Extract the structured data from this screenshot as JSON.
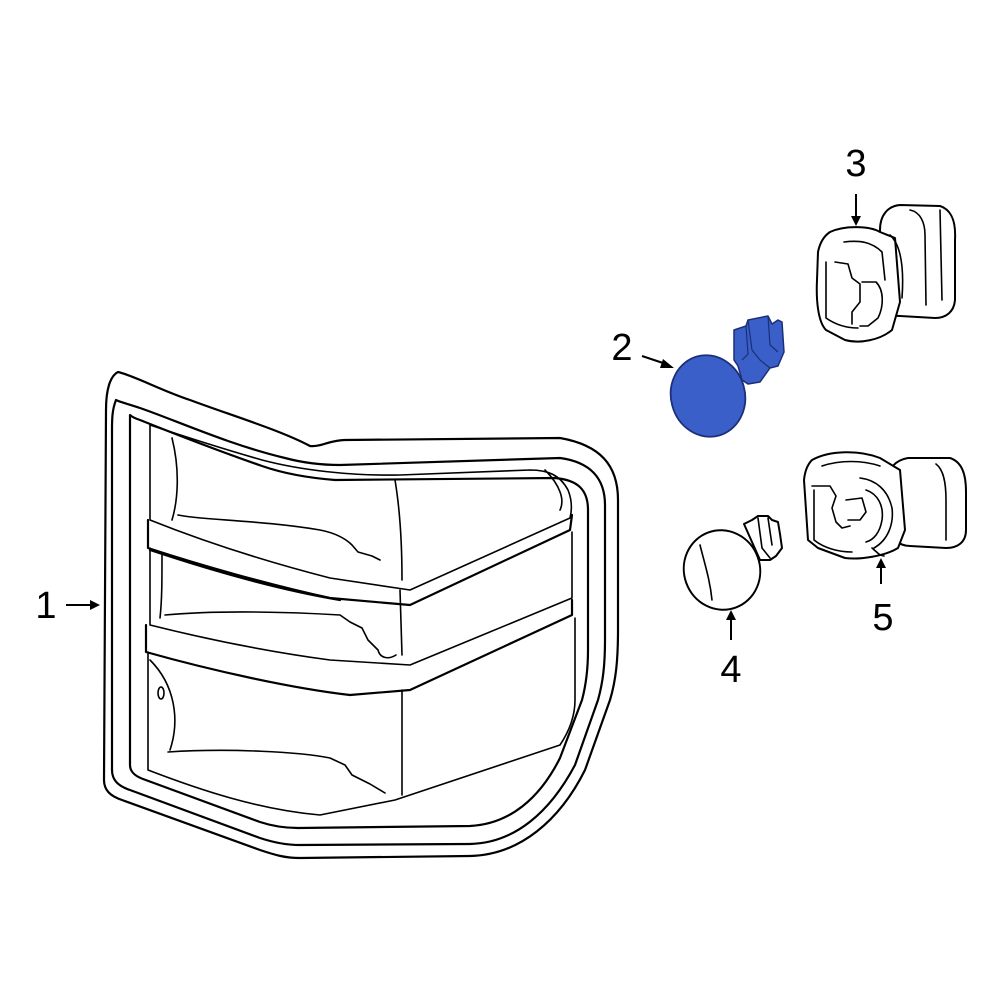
{
  "colors": {
    "highlight": "#3a5fc8",
    "highlight_dark": "#1c2f78",
    "line": "#000000",
    "background": "#ffffff"
  },
  "callouts": [
    {
      "id": "1",
      "label": "1",
      "part": "tail-lamp-assembly"
    },
    {
      "id": "2",
      "label": "2",
      "part": "bulb-highlighted"
    },
    {
      "id": "3",
      "label": "3",
      "part": "bulb-socket-upper"
    },
    {
      "id": "4",
      "label": "4",
      "part": "bulb"
    },
    {
      "id": "5",
      "label": "5",
      "part": "bulb-socket-lower"
    }
  ]
}
